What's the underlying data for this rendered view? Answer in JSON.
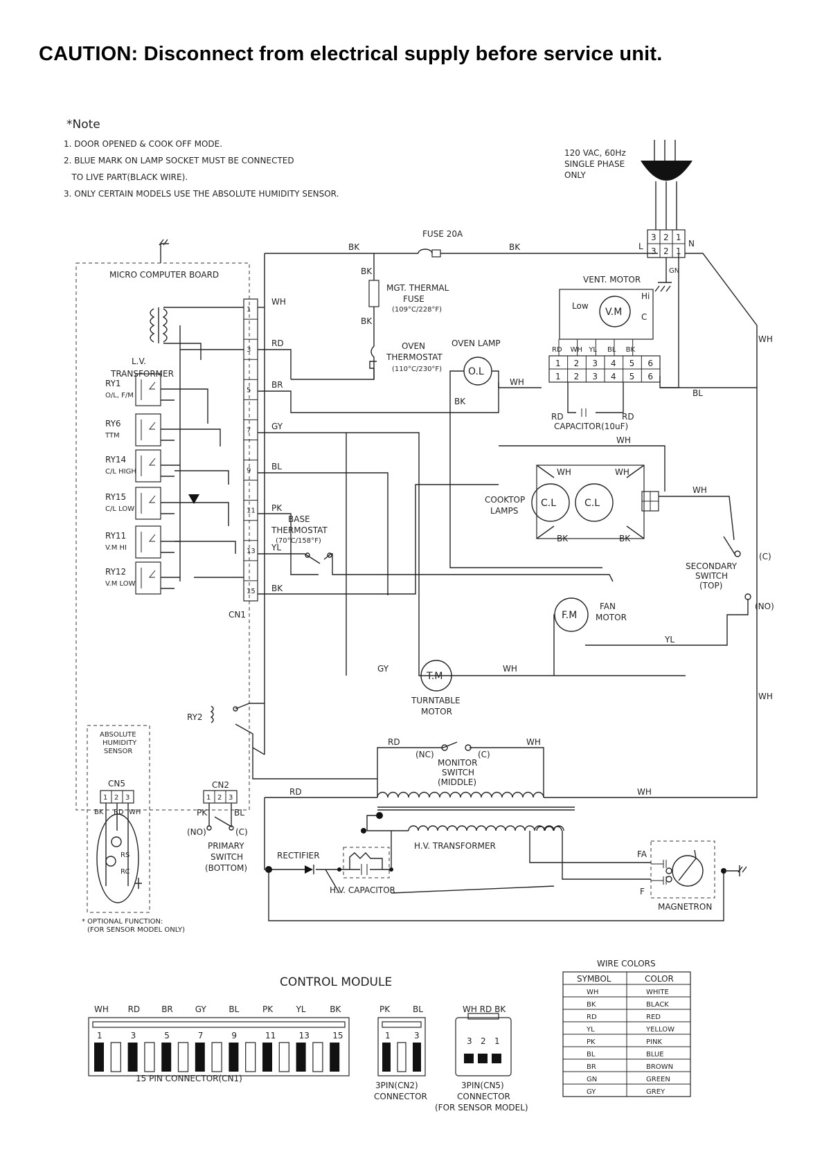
{
  "caution": "CAUTION: Disconnect from electrical supply before service unit.",
  "note": {
    "title": "*Note",
    "lines": [
      "1. DOOR OPENED & COOK OFF MODE.",
      "2. BLUE MARK ON LAMP SOCKET MUST BE CONNECTED",
      "   TO LIVE PART(BLACK WIRE).",
      "3. ONLY CERTAIN MODELS USE THE ABSOLUTE HUMIDITY SENSOR."
    ]
  },
  "power": {
    "lines": [
      "120 VAC, 60Hz",
      "SINGLE PHASE",
      "ONLY"
    ],
    "terminals": [
      "3",
      "2",
      "1"
    ],
    "L": "L",
    "N": "N",
    "GN": "GN"
  },
  "board": {
    "title": "MICRO COMPUTER BOARD",
    "transformer": [
      "L.V.",
      "TRANSFORMER"
    ],
    "cn1": "CN1",
    "pins": [
      "1",
      "3",
      "5",
      "7",
      "9",
      "11",
      "13",
      "15"
    ],
    "relays": [
      {
        "name": "RY1",
        "sub": "O/L, F/M"
      },
      {
        "name": "RY6",
        "sub": "TTM"
      },
      {
        "name": "RY14",
        "sub": "C/L HIGH"
      },
      {
        "name": "RY15",
        "sub": "C/L LOW"
      },
      {
        "name": "RY11",
        "sub": "V.M HI"
      },
      {
        "name": "RY12",
        "sub": "V.M LOW"
      }
    ],
    "ry2": "RY2"
  },
  "wires": {
    "wh": "WH",
    "rd": "RD",
    "br": "BR",
    "gy": "GY",
    "bl": "BL",
    "pk": "PK",
    "yl": "YL",
    "bk": "BK"
  },
  "components": {
    "fuse": "FUSE 20A",
    "mgt_fuse": [
      "MGT. THERMAL",
      "FUSE",
      "(109°C/228°F)"
    ],
    "oven_thermostat": [
      "OVEN",
      "THERMOSTAT",
      "(110°C/230°F)"
    ],
    "oven_lamp": "OVEN LAMP",
    "ol": "O.L",
    "vent_motor": "VENT. MOTOR",
    "vm": "V.M",
    "low": "Low",
    "hi": "Hi",
    "c": "C",
    "vent_wires": [
      "RD",
      "WH",
      "YL",
      "BL",
      "BK"
    ],
    "vent_pins": [
      "1",
      "2",
      "3",
      "4",
      "5",
      "6"
    ],
    "capacitor": "CAPACITOR(10uF)",
    "cooktop_lamps": [
      "COOKTOP",
      "LAMPS"
    ],
    "cl": "C.L",
    "base_thermostat": [
      "BASE",
      "THERMOSTAT",
      "(70°C/158°F)"
    ],
    "secondary_switch": [
      "SECONDARY",
      "SWITCH",
      "(TOP)"
    ],
    "c_term": "(C)",
    "no_term": "(NO)",
    "nc_term": "(NC)",
    "fan_motor": [
      "FAN",
      "MOTOR"
    ],
    "fm": "F.M",
    "turntable_motor": [
      "TURNTABLE",
      "MOTOR"
    ],
    "tm": "T.M",
    "monitor_switch": [
      "MONITOR",
      "SWITCH",
      "(MIDDLE)"
    ],
    "hv_transformer": "H.V. TRANSFORMER",
    "rectifier": "RECTIFIER",
    "hv_capacitor": "H.V. CAPACITOR",
    "magnetron": "MAGNETRON",
    "fa": "FA",
    "f": "F",
    "primary_switch": [
      "PRIMARY",
      "SWITCH",
      "(BOTTOM)"
    ],
    "cn2": "CN2",
    "cn5": "CN5",
    "sensor": [
      "ABSOLUTE",
      "HUMIDITY",
      "SENSOR"
    ],
    "sensor_pins": [
      "1",
      "2",
      "3"
    ],
    "sensor_wires": [
      "BK",
      "RD",
      "WH"
    ],
    "optional": [
      "* OPTIONAL FUNCTION:",
      "(FOR SENSOR MODEL ONLY)"
    ],
    "rs": "RS",
    "rc": "RC"
  },
  "control_module": {
    "title": "CONTROL MODULE",
    "cn1_wires": [
      "WH",
      "RD",
      "BR",
      "GY",
      "BL",
      "PK",
      "YL",
      "BK"
    ],
    "cn1_numbers": [
      "1",
      "3",
      "5",
      "7",
      "9",
      "11",
      "13",
      "15"
    ],
    "cn1_label": "15 PIN CONNECTOR(CN1)",
    "cn2_wires": [
      "PK",
      "BL"
    ],
    "cn2_numbers": [
      "1",
      "3"
    ],
    "cn2_label": [
      "3PIN(CN2)",
      "CONNECTOR"
    ],
    "cn5_wires": [
      "WH RD BK"
    ],
    "cn5_numbers": [
      "3",
      "2",
      "1"
    ],
    "cn5_label": [
      "3PIN(CN5)",
      "CONNECTOR",
      "(FOR SENSOR MODEL)"
    ]
  },
  "wire_colors": {
    "title": "WIRE COLORS",
    "headers": [
      "SYMBOL",
      "COLOR"
    ],
    "rows": [
      [
        "WH",
        "WHITE"
      ],
      [
        "BK",
        "BLACK"
      ],
      [
        "RD",
        "RED"
      ],
      [
        "YL",
        "YELLOW"
      ],
      [
        "PK",
        "PINK"
      ],
      [
        "BL",
        "BLUE"
      ],
      [
        "BR",
        "BROWN"
      ],
      [
        "GN",
        "GREEN"
      ],
      [
        "GY",
        "GREY"
      ]
    ]
  }
}
